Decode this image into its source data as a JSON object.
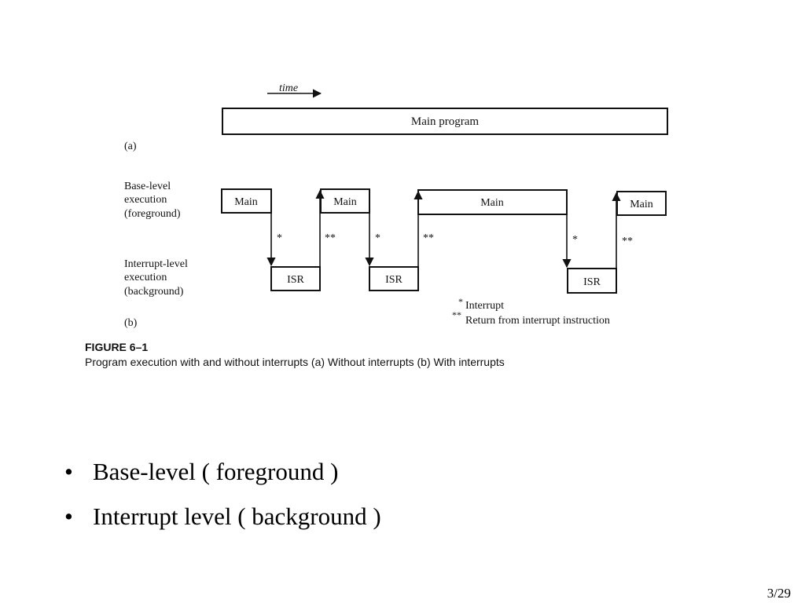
{
  "figure": {
    "time_label": "time",
    "part_a_label": "(a)",
    "part_b_label": "(b)",
    "main_program_label": "Main program",
    "base_level_label": [
      "Base-level",
      "execution",
      "(foreground)"
    ],
    "interrupt_level_label": [
      "Interrupt-level",
      "execution",
      "(background)"
    ],
    "main_label": "Main",
    "isr_label": "ISR",
    "interrupt_mark": "*",
    "return_mark": "**",
    "legend_interrupt": "Interrupt",
    "legend_return": "Return from interrupt instruction",
    "figure_number": "FIGURE 6–1",
    "figure_caption": "Program execution with and without interrupts (a) Without interrupts (b) With interrupts"
  },
  "bullets": [
    "Base-level ( foreground )",
    "Interrupt level ( background )"
  ],
  "bullet_symbol": "•",
  "page_number": "3/29"
}
